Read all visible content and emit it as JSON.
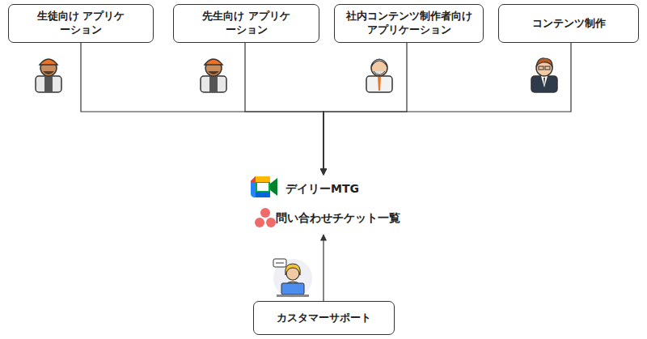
{
  "diagram": {
    "nodes": [
      {
        "text": [
          "生徒向け アプリケーション"
        ]
      },
      {
        "text": [
          "先生向け アプリケーション"
        ]
      },
      {
        "text": [
          "社内コンテンツ制作者向け アプリケーション"
        ]
      },
      {
        "text": [
          "コンテンツ制作"
        ]
      },
      {
        "text": [
          "デイリーMTG",
          "問い合わせチケット一覧"
        ]
      },
      {
        "text": [
          "カスタマーサポート"
        ]
      }
    ],
    "edges": [
      {
        "from": 0,
        "to": 4,
        "arrow": "to"
      },
      {
        "from": 1,
        "to": 4,
        "arrow": "to"
      },
      {
        "from": 2,
        "to": 4,
        "arrow": "to"
      },
      {
        "from": 3,
        "to": 4,
        "arrow": "to"
      },
      {
        "from": 5,
        "to": 4,
        "arrow": "to"
      }
    ]
  }
}
